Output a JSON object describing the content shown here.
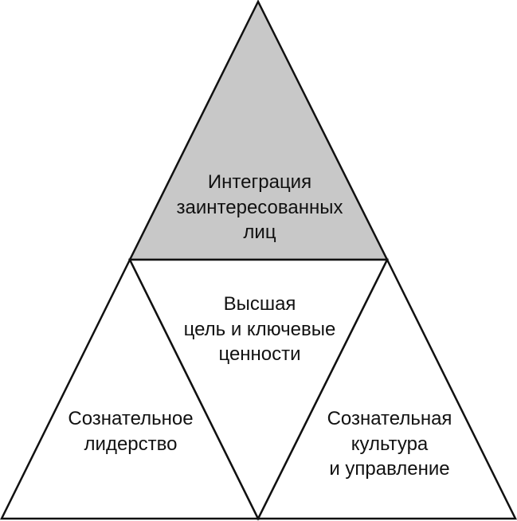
{
  "diagram": {
    "colors": {
      "stroke": "#111111",
      "top_fill": "#c8c8c8",
      "other_fill": "#ffffff"
    },
    "triangles": {
      "top": {
        "lines": [
          "Интеграция",
          "заинтересованных",
          "лиц"
        ]
      },
      "center": {
        "lines": [
          "Высшая",
          "цель и ключевые",
          "ценности"
        ]
      },
      "left": {
        "lines": [
          "Сознательное",
          "лидерство"
        ]
      },
      "right": {
        "lines": [
          "Сознательная",
          "культура",
          "и управление"
        ]
      }
    }
  }
}
